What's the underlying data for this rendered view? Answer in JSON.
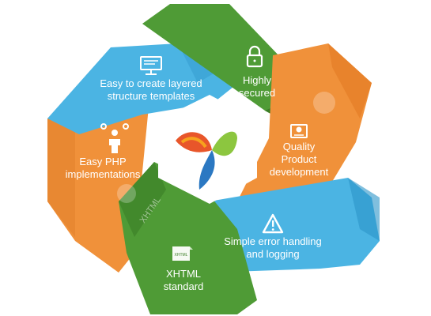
{
  "diagram": {
    "colors": {
      "blue": "#4bb4e3",
      "blue_dark": "#2b95c8",
      "green": "#4f9b36",
      "green_dark": "#3a7d26",
      "orange": "#f0913a",
      "orange_dark": "#d6731f"
    },
    "center_logo": {
      "icon": "yii-logo-icon"
    },
    "segments": [
      {
        "id": "templates",
        "color": "blue",
        "icon": "monitor-icon",
        "lines": [
          "Easy to create layered",
          "structure templates"
        ]
      },
      {
        "id": "security",
        "color": "green",
        "icon": "lock-icon",
        "lines": [
          "Highly",
          "secured"
        ]
      },
      {
        "id": "quality",
        "color": "orange",
        "icon": "certificate-icon",
        "lines": [
          "Quality",
          "Product",
          "development"
        ]
      },
      {
        "id": "errors",
        "color": "blue",
        "icon": "warning-icon",
        "lines": [
          "Simple error handling",
          "and logging"
        ]
      },
      {
        "id": "xhtml",
        "color": "green",
        "icon": "xhtml-file-icon",
        "icon_text": "XHTML",
        "lines": [
          "XHTML",
          "standard"
        ]
      },
      {
        "id": "php",
        "color": "orange",
        "icon": "person-ideas-icon",
        "lines": [
          "Easy PHP",
          "implementations"
        ]
      }
    ],
    "watermarks": {
      "xhtml_band_text": "XHTML"
    }
  }
}
